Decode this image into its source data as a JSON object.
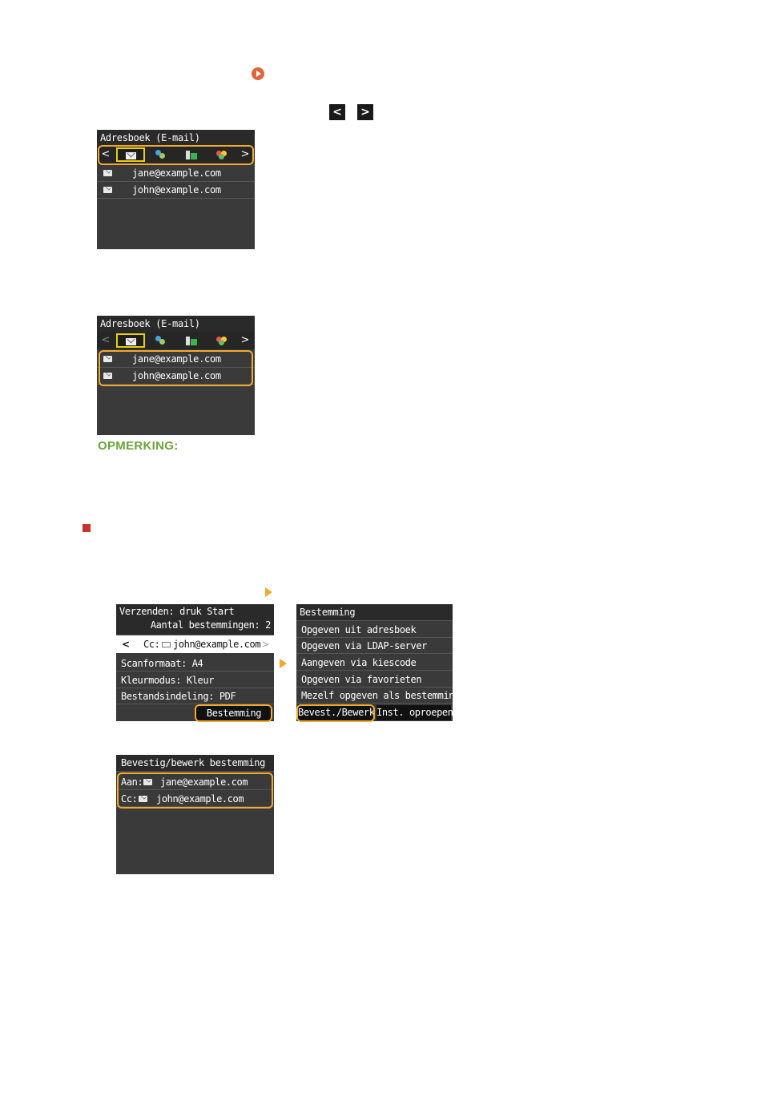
{
  "icons": {
    "play": "play-circle-icon",
    "nav_left": "chevron-left-icon",
    "nav_right": "chevron-right-icon",
    "bullet": "red-square-bullet",
    "arrow": "orange-arrow-icon"
  },
  "nav": {
    "left": "<",
    "right": ">"
  },
  "address_book_1": {
    "title": "Adresboek (E-mail)",
    "tab_prev": "<",
    "tab_next": ">",
    "entries": [
      "jane@example.com",
      "john@example.com"
    ]
  },
  "address_book_2": {
    "title": "Adresboek (E-mail)",
    "tab_prev": "<",
    "tab_next": ">",
    "entries": [
      "jane@example.com",
      "john@example.com"
    ]
  },
  "note_label": "OPMERKING:",
  "send_screen": {
    "line1": "Verzenden: druk Start",
    "line2": "Aantal bestemmingen: 2",
    "dest_prev": "<",
    "dest_label": "Cc:",
    "dest_value": "john@example.com",
    "dest_next": ">",
    "rows": [
      "Scanformaat: A4",
      "Kleurmodus: Kleur",
      "Bestandsindeling: PDF"
    ],
    "button": "Bestemming"
  },
  "dest_menu": {
    "title": "Bestemming",
    "items": [
      "Opgeven uit adresboek",
      "Opgeven via LDAP-server",
      "Aangeven via kiescode",
      "Opgeven via favorieten",
      "Mezelf opgeven als bestemming"
    ],
    "btn_confirm": "Bevest./Bewerk",
    "btn_recall": "Inst. oproepen"
  },
  "confirm_screen": {
    "title": "Bevestig/bewerk bestemming",
    "rows": [
      {
        "label": "Aan:",
        "value": "jane@example.com"
      },
      {
        "label": "Cc:",
        "value": "john@example.com"
      }
    ]
  },
  "colors": {
    "highlight": "#f3a92c",
    "tab_select": "#e8d000",
    "note": "#6aa437",
    "bullet": "#c8342a",
    "play": "#e0653c"
  }
}
